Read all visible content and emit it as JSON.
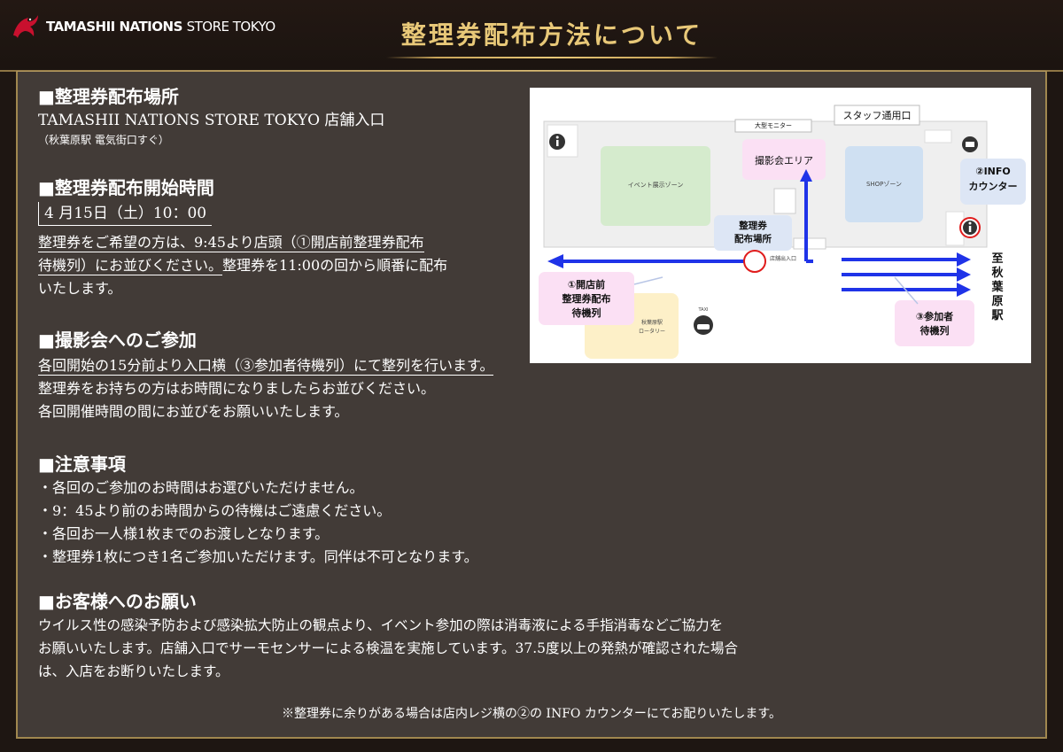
{
  "header": {
    "logo_main": "TAMASHII NATIONS",
    "logo_sub": "STORE TOKYO",
    "title": "整理券配布方法について"
  },
  "colors": {
    "gold": "#e8c878",
    "panel": "#423b37",
    "border": "#a0874f",
    "arrow": "#1f33e8",
    "pink": "#fbe0f4",
    "blue_box": "#dde6f5"
  },
  "sections": {
    "place": {
      "heading": "■整理券配布場所",
      "line1": "TAMASHII NATIONS STORE TOKYO  店舗入口",
      "note": "（秋葉原駅 電気街口すぐ）"
    },
    "start": {
      "heading": "■整理券配布開始時間",
      "date": "4 月15日（土）10：00",
      "line1a": "整理券をご希望の方は、9:45より店頭（①開店前整理券配布",
      "line2a": "待機列）にお並びください。",
      "line2b": "整理券を11:00の回から順番に配布",
      "line3": "いたします。"
    },
    "shoot": {
      "heading": "■撮影会へのご参加",
      "line1": "各回開始の15分前より入口横（③参加者待機列）にて整列を行います。",
      "line2": "整理券をお持ちの方はお時間になりましたらお並びください。",
      "line3": "各回開催時間の間にお並びをお願いいたします。"
    },
    "notes": {
      "heading": "■注意事項",
      "items": [
        "・各回のご参加のお時間はお選びいただけません。",
        "・9：45より前のお時間からの待機はご遠慮ください。",
        "・各回お一人様1枚までのお渡しとなります。",
        "・整理券1枚につき1名ご参加いただけます。同伴は不可となります。"
      ]
    },
    "request": {
      "heading": "■お客様へのお願い",
      "line1": "ウイルス性の感染予防および感染拡大防止の観点より、イベント参加の際は消毒液による手指消毒などご協力を",
      "line2": "お願いいたします。店舗入口でサーモセンサーによる検温を実施しています。37.5度以上の発熱が確認された場合",
      "line3": "は、入店をお断りいたします。"
    }
  },
  "footer_note": "※整理券に余りがある場合は店内レジ横の②の INFO カウンターにてお配りいたします。",
  "map": {
    "staff_entrance": "スタッフ通用口",
    "monitor": "大型モニター",
    "photo_area": "撮影会エリア",
    "event_zone": "イベント展示ゾーン",
    "shop_zone": "SHOPゾーン",
    "info_counter_1": "②INFO",
    "info_counter_2": "カウンター",
    "ticket_place_1": "整理券",
    "ticket_place_2": "配布場所",
    "store_entrance": "店舗出入口",
    "queue1_1": "①開店前",
    "queue1_2": "整理券配布",
    "queue1_3": "待機列",
    "rotary_1": "秋葉原駅",
    "rotary_2": "ロータリー",
    "taxi": "TAXI",
    "queue3_1": "③参加者",
    "queue3_2": "待機列",
    "to_station": "至 秋葉原駅"
  }
}
